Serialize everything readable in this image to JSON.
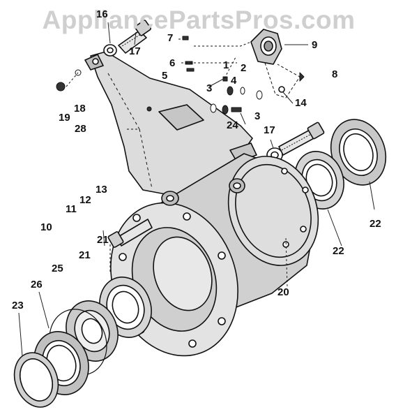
{
  "watermark": "AppliancePartsPros.com",
  "colors": {
    "ink": "#111111",
    "shade": "#d8d8d8",
    "mid": "#b8b8b8",
    "leader": "#222222",
    "watermark": "#cfcfcf"
  },
  "callouts": [
    {
      "id": "c16",
      "text": "16"
    },
    {
      "id": "c17a",
      "text": "17"
    },
    {
      "id": "c7",
      "text": "7"
    },
    {
      "id": "c9",
      "text": "9"
    },
    {
      "id": "c6",
      "text": "6"
    },
    {
      "id": "c1",
      "text": "1"
    },
    {
      "id": "c2",
      "text": "2"
    },
    {
      "id": "c5",
      "text": "5"
    },
    {
      "id": "c8",
      "text": "8"
    },
    {
      "id": "c3a",
      "text": "3"
    },
    {
      "id": "c4",
      "text": "4"
    },
    {
      "id": "c14",
      "text": "14"
    },
    {
      "id": "c18",
      "text": "18"
    },
    {
      "id": "c19",
      "text": "19"
    },
    {
      "id": "c28",
      "text": "28"
    },
    {
      "id": "c3b",
      "text": "3"
    },
    {
      "id": "c24",
      "text": "24"
    },
    {
      "id": "c17b",
      "text": "17"
    },
    {
      "id": "c13",
      "text": "13"
    },
    {
      "id": "c12",
      "text": "12"
    },
    {
      "id": "c11",
      "text": "11"
    },
    {
      "id": "c10",
      "text": "10"
    },
    {
      "id": "c21a",
      "text": "21"
    },
    {
      "id": "c21b",
      "text": "21"
    },
    {
      "id": "c25",
      "text": "25"
    },
    {
      "id": "c26",
      "text": "26"
    },
    {
      "id": "c23",
      "text": "23"
    },
    {
      "id": "c22a",
      "text": "22"
    },
    {
      "id": "c22b",
      "text": "22"
    },
    {
      "id": "c20",
      "text": "20"
    }
  ]
}
